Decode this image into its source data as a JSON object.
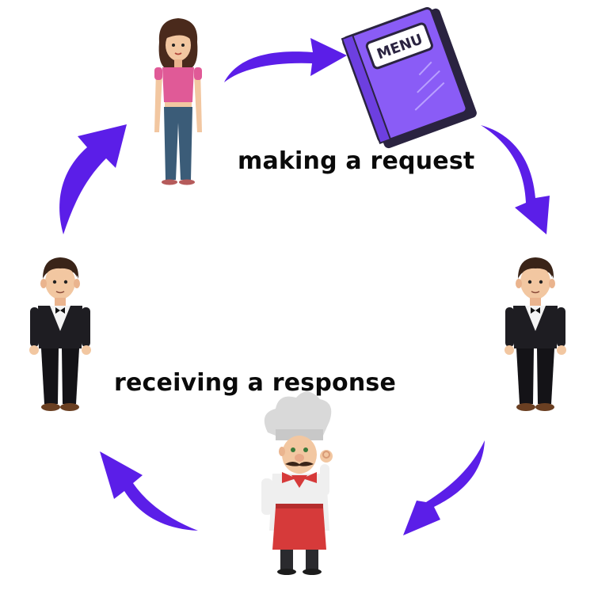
{
  "labels": {
    "request": "making a request",
    "response": "receiving a response"
  },
  "menu_book": {
    "title": "MENU"
  },
  "colors": {
    "arrow": "#5b1ee8",
    "book": "#8a5cf6",
    "book_dark": "#2a2340",
    "text": "#0a0a0a"
  },
  "icons": [
    "customer-woman-icon",
    "menu-book-icon",
    "waiter-icon",
    "chef-icon",
    "cycle-arrow-icon"
  ]
}
